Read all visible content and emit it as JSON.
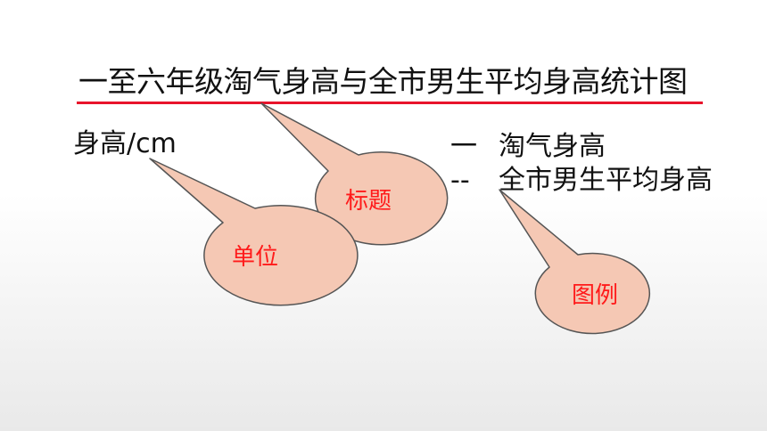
{
  "title": "一至六年级淘气身高与全市男生平均身高统计图",
  "unit_label": "身高/cm",
  "legend": {
    "items": [
      {
        "symbol": "一",
        "label": "淘气身高"
      },
      {
        "symbol": "--",
        "label": "全市男生平均身高"
      }
    ]
  },
  "callouts": {
    "title": "标题",
    "unit": "单位",
    "legend": "图例"
  },
  "colors": {
    "title_underline": "#e8142b",
    "callout_fill": "#f5c8b4",
    "callout_stroke": "#555555",
    "callout_text": "#ff1a1a"
  }
}
